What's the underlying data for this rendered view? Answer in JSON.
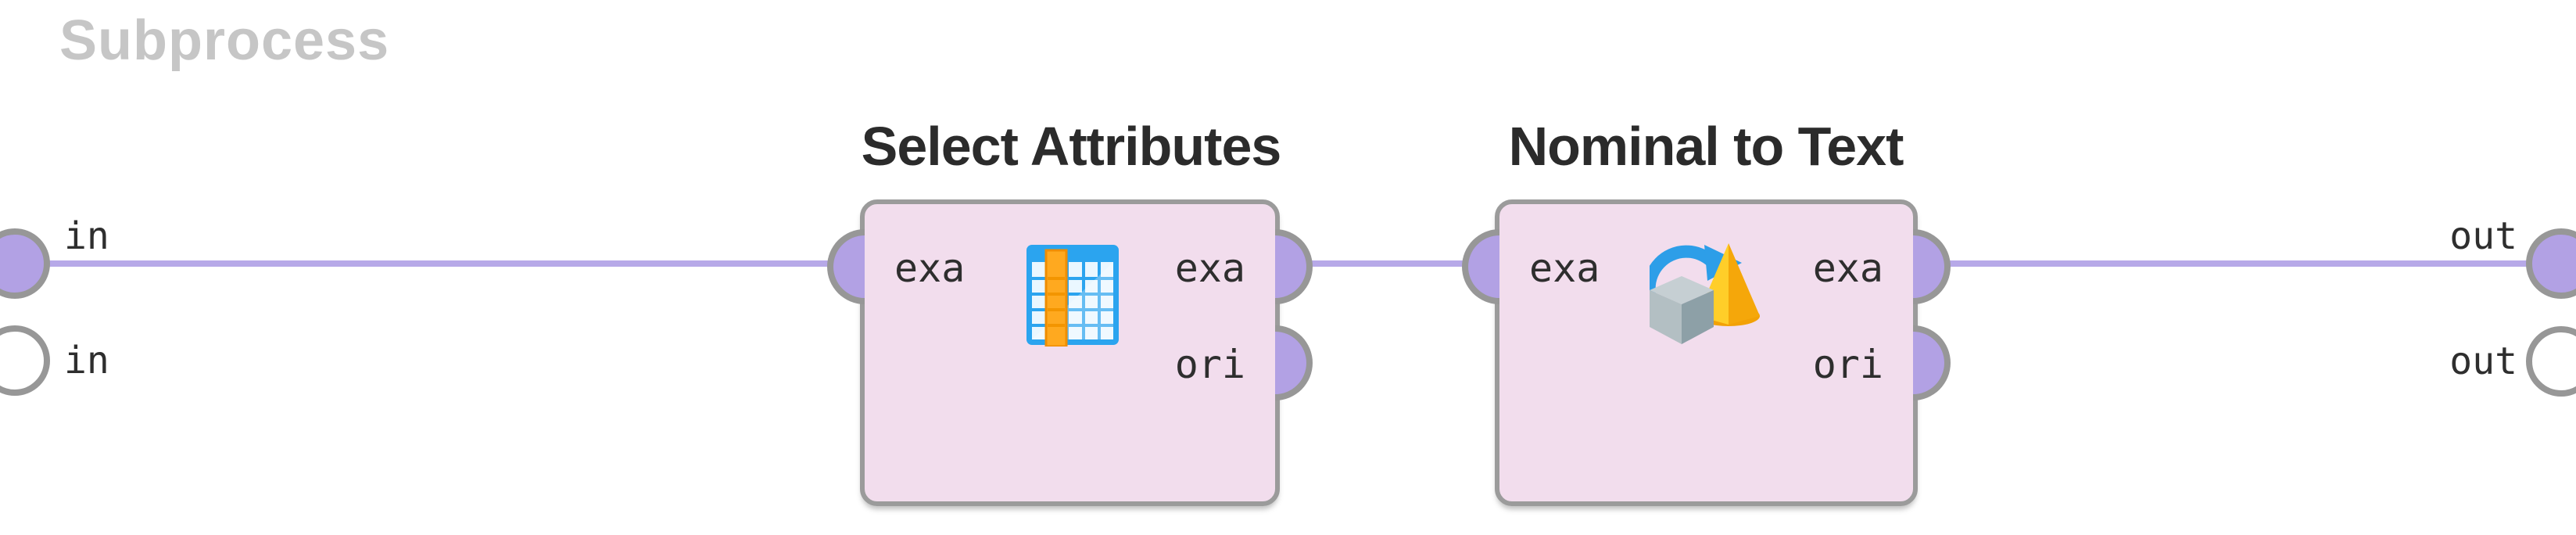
{
  "canvas": {
    "title": "Subprocess"
  },
  "ports": {
    "left": [
      {
        "label": "in",
        "connected": true
      },
      {
        "label": "in",
        "connected": false
      }
    ],
    "right": [
      {
        "label": "out",
        "connected": true
      },
      {
        "label": "out",
        "connected": false
      }
    ]
  },
  "operators": [
    {
      "name": "Select Attributes",
      "icon": "select-attributes-table-icon",
      "in_ports": [
        {
          "label": "exa",
          "connected": true
        }
      ],
      "out_ports": [
        {
          "label": "exa",
          "connected": true
        },
        {
          "label": "ori",
          "connected": false
        }
      ]
    },
    {
      "name": "Nominal to Text",
      "icon": "nominal-to-text-convert-icon",
      "in_ports": [
        {
          "label": "exa",
          "connected": true
        }
      ],
      "out_ports": [
        {
          "label": "exa",
          "connected": true
        },
        {
          "label": "ori",
          "connected": false
        }
      ]
    }
  ],
  "connections": [
    {
      "from": "in 1",
      "to": "Select Attributes exa"
    },
    {
      "from": "Select Attributes exa",
      "to": "Nominal to Text exa"
    },
    {
      "from": "Nominal to Text exa",
      "to": "out 1"
    }
  ],
  "colors": {
    "wire": "#b7a9e8",
    "port_fill": "#b2a1e4",
    "port_stroke": "#979797",
    "block_fill": "#f2dded",
    "block_border": "#9b9b9b",
    "subprocess_title": "#c6c6c6",
    "operator_title": "#2b2b2b",
    "icon_blue": "#2ba4ef",
    "icon_orange": "#ffa91f",
    "icon_yellow": "#ffc41e",
    "icon_gray": "#b3bfc3"
  }
}
